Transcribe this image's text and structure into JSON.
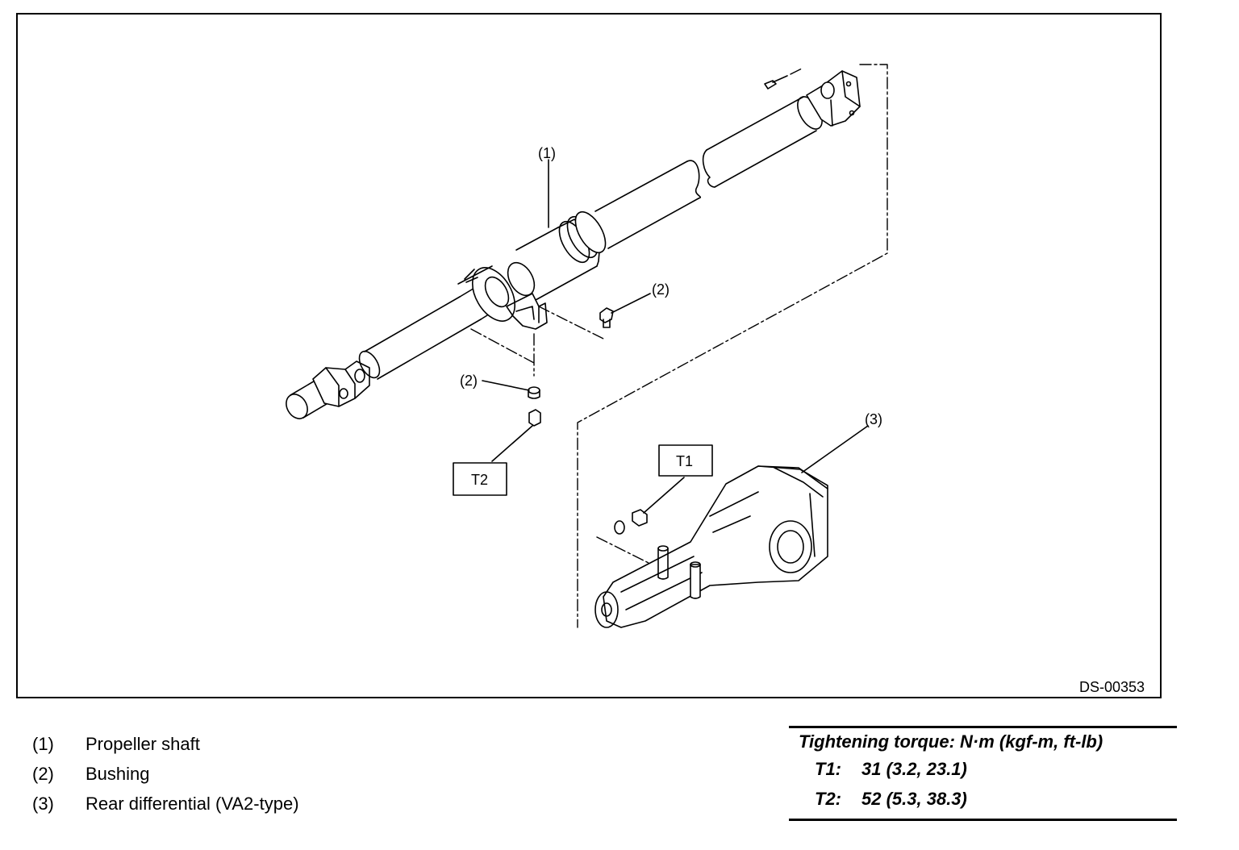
{
  "diagram": {
    "code": "DS-00353",
    "callouts": {
      "c1": "(1)",
      "c2a": "(2)",
      "c2b": "(2)",
      "c3": "(3)"
    },
    "torque_boxes": {
      "t1": "T1",
      "t2": "T2"
    }
  },
  "legend": [
    {
      "num": "(1)",
      "label": "Propeller shaft"
    },
    {
      "num": "(2)",
      "label": "Bushing"
    },
    {
      "num": "(3)",
      "label": "Rear differential (VA2-type)"
    }
  ],
  "torque": {
    "title": "Tightening torque: N·m (kgf-m, ft-lb)",
    "rows": [
      {
        "code": "T1:",
        "value": "31 (3.2, 23.1)"
      },
      {
        "code": "T2:",
        "value": "52 (5.3, 38.3)"
      }
    ]
  }
}
